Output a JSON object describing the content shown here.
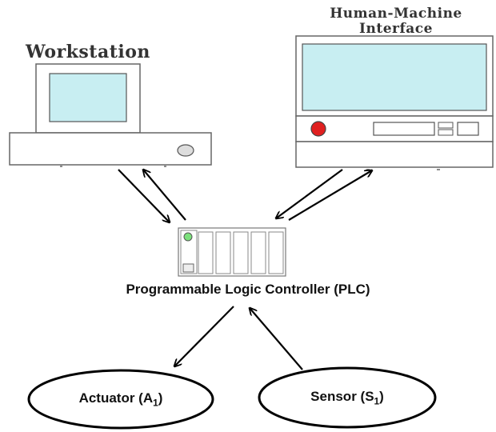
{
  "nodes": {
    "workstation": {
      "label": "Workstation"
    },
    "hmi": {
      "label_line1": "Human-Machine",
      "label_line2": "Interface"
    },
    "plc": {
      "label": "Programmable Logic Controller (PLC)"
    },
    "actuator": {
      "label": "Actuator (A",
      "subscript": "1",
      "suffix": ")"
    },
    "sensor": {
      "label": "Sensor (S",
      "subscript": "1",
      "suffix": ")"
    }
  },
  "colors": {
    "screen": "#c8eef2",
    "indicator_green": "#7be07b",
    "button_red": "#e02020",
    "device_outline": "#666666",
    "arrow": "#000000"
  }
}
